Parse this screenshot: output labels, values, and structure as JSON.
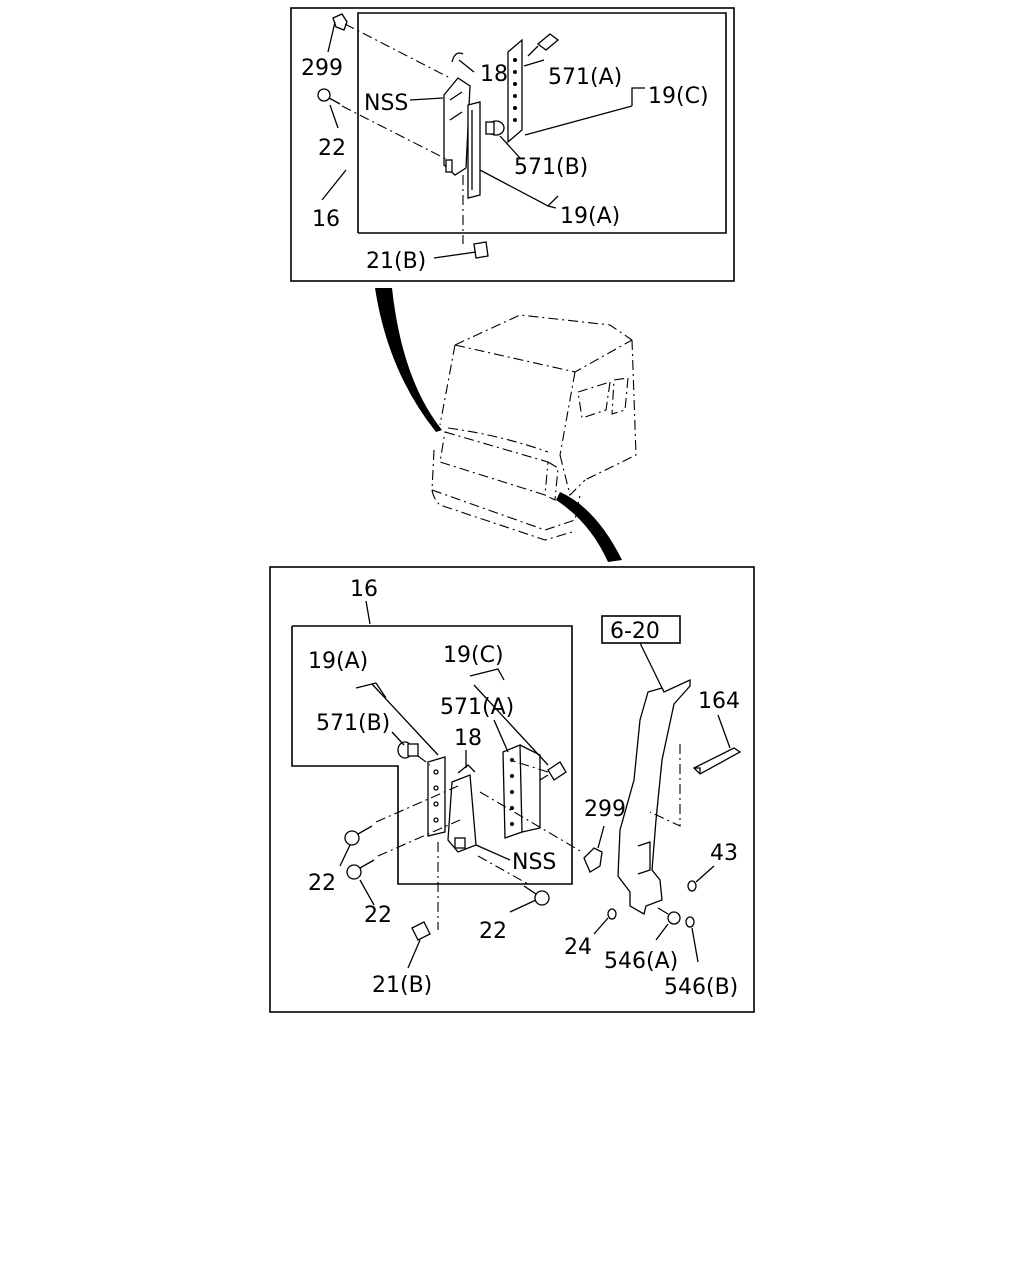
{
  "top_view": {
    "labels": {
      "p299": "299",
      "p18": "18",
      "p571a": "571(A)",
      "p19c": "19(C)",
      "nss": "NSS",
      "p22": "22",
      "p571b": "571(B)",
      "p16": "16",
      "p19a": "19(A)",
      "p21b": "21(B)"
    }
  },
  "bottom_view": {
    "labels": {
      "p16": "16",
      "ref": "6-20",
      "p19a": "19(A)",
      "p19c": "19(C)",
      "p571a": "571(A)",
      "p571b": "571(B)",
      "p18": "18",
      "p164": "164",
      "p299": "299",
      "nss": "NSS",
      "p43": "43",
      "p22a": "22",
      "p22b": "22",
      "p22c": "22",
      "p24": "24",
      "p546a": "546(A)",
      "p546b": "546(B)",
      "p21b": "21(B)"
    }
  }
}
